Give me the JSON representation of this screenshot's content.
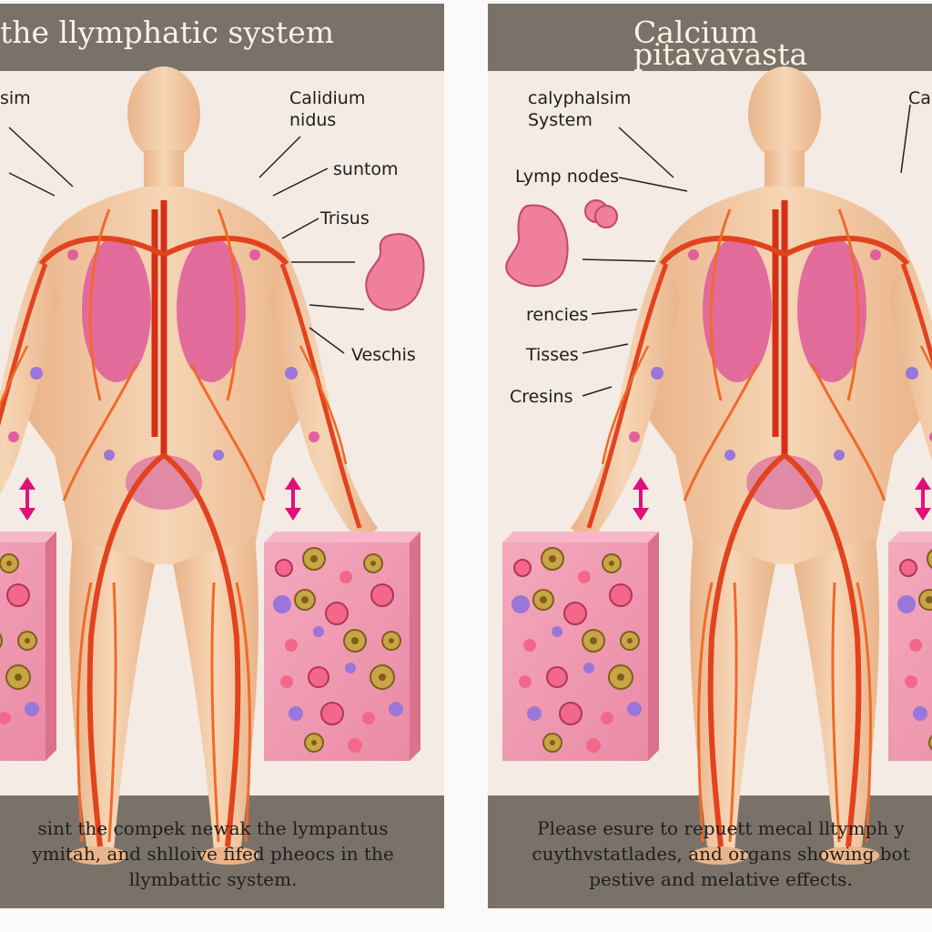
{
  "left_panel": {
    "title": "the llymphatic system",
    "labels": {
      "calcidium": "Calidium\nnidus",
      "suntom": "suntom",
      "trisus": "Trisus",
      "veschis": "Veschis",
      "edge": "sim"
    },
    "caption": "sint the compek newak the lympantus\nymitah, and shlloive fifed pheocs in the\nllymbattic system."
  },
  "right_panel": {
    "title": "Calcium pitavavasta",
    "labels": {
      "system": "calyphalsim\nSystem",
      "lymp_nodes": "Lymp nodes",
      "rencies": "rencies",
      "tisses": "Tisses",
      "cresins": "Cresins",
      "edge": "Ca"
    },
    "caption": "Please esure to repuett mecal lltymph y\ncuythvstatlades, and organs showing bot\npestive and melative effects."
  },
  "colors": {
    "panel_bg": "#f3ebe4",
    "title_bar": "#7a7268",
    "vessel": "#e2431f",
    "skin": "#f2c9a0",
    "organ": "#e0609a",
    "tissue": "#f19bb3",
    "arrow": "#e0107a"
  }
}
